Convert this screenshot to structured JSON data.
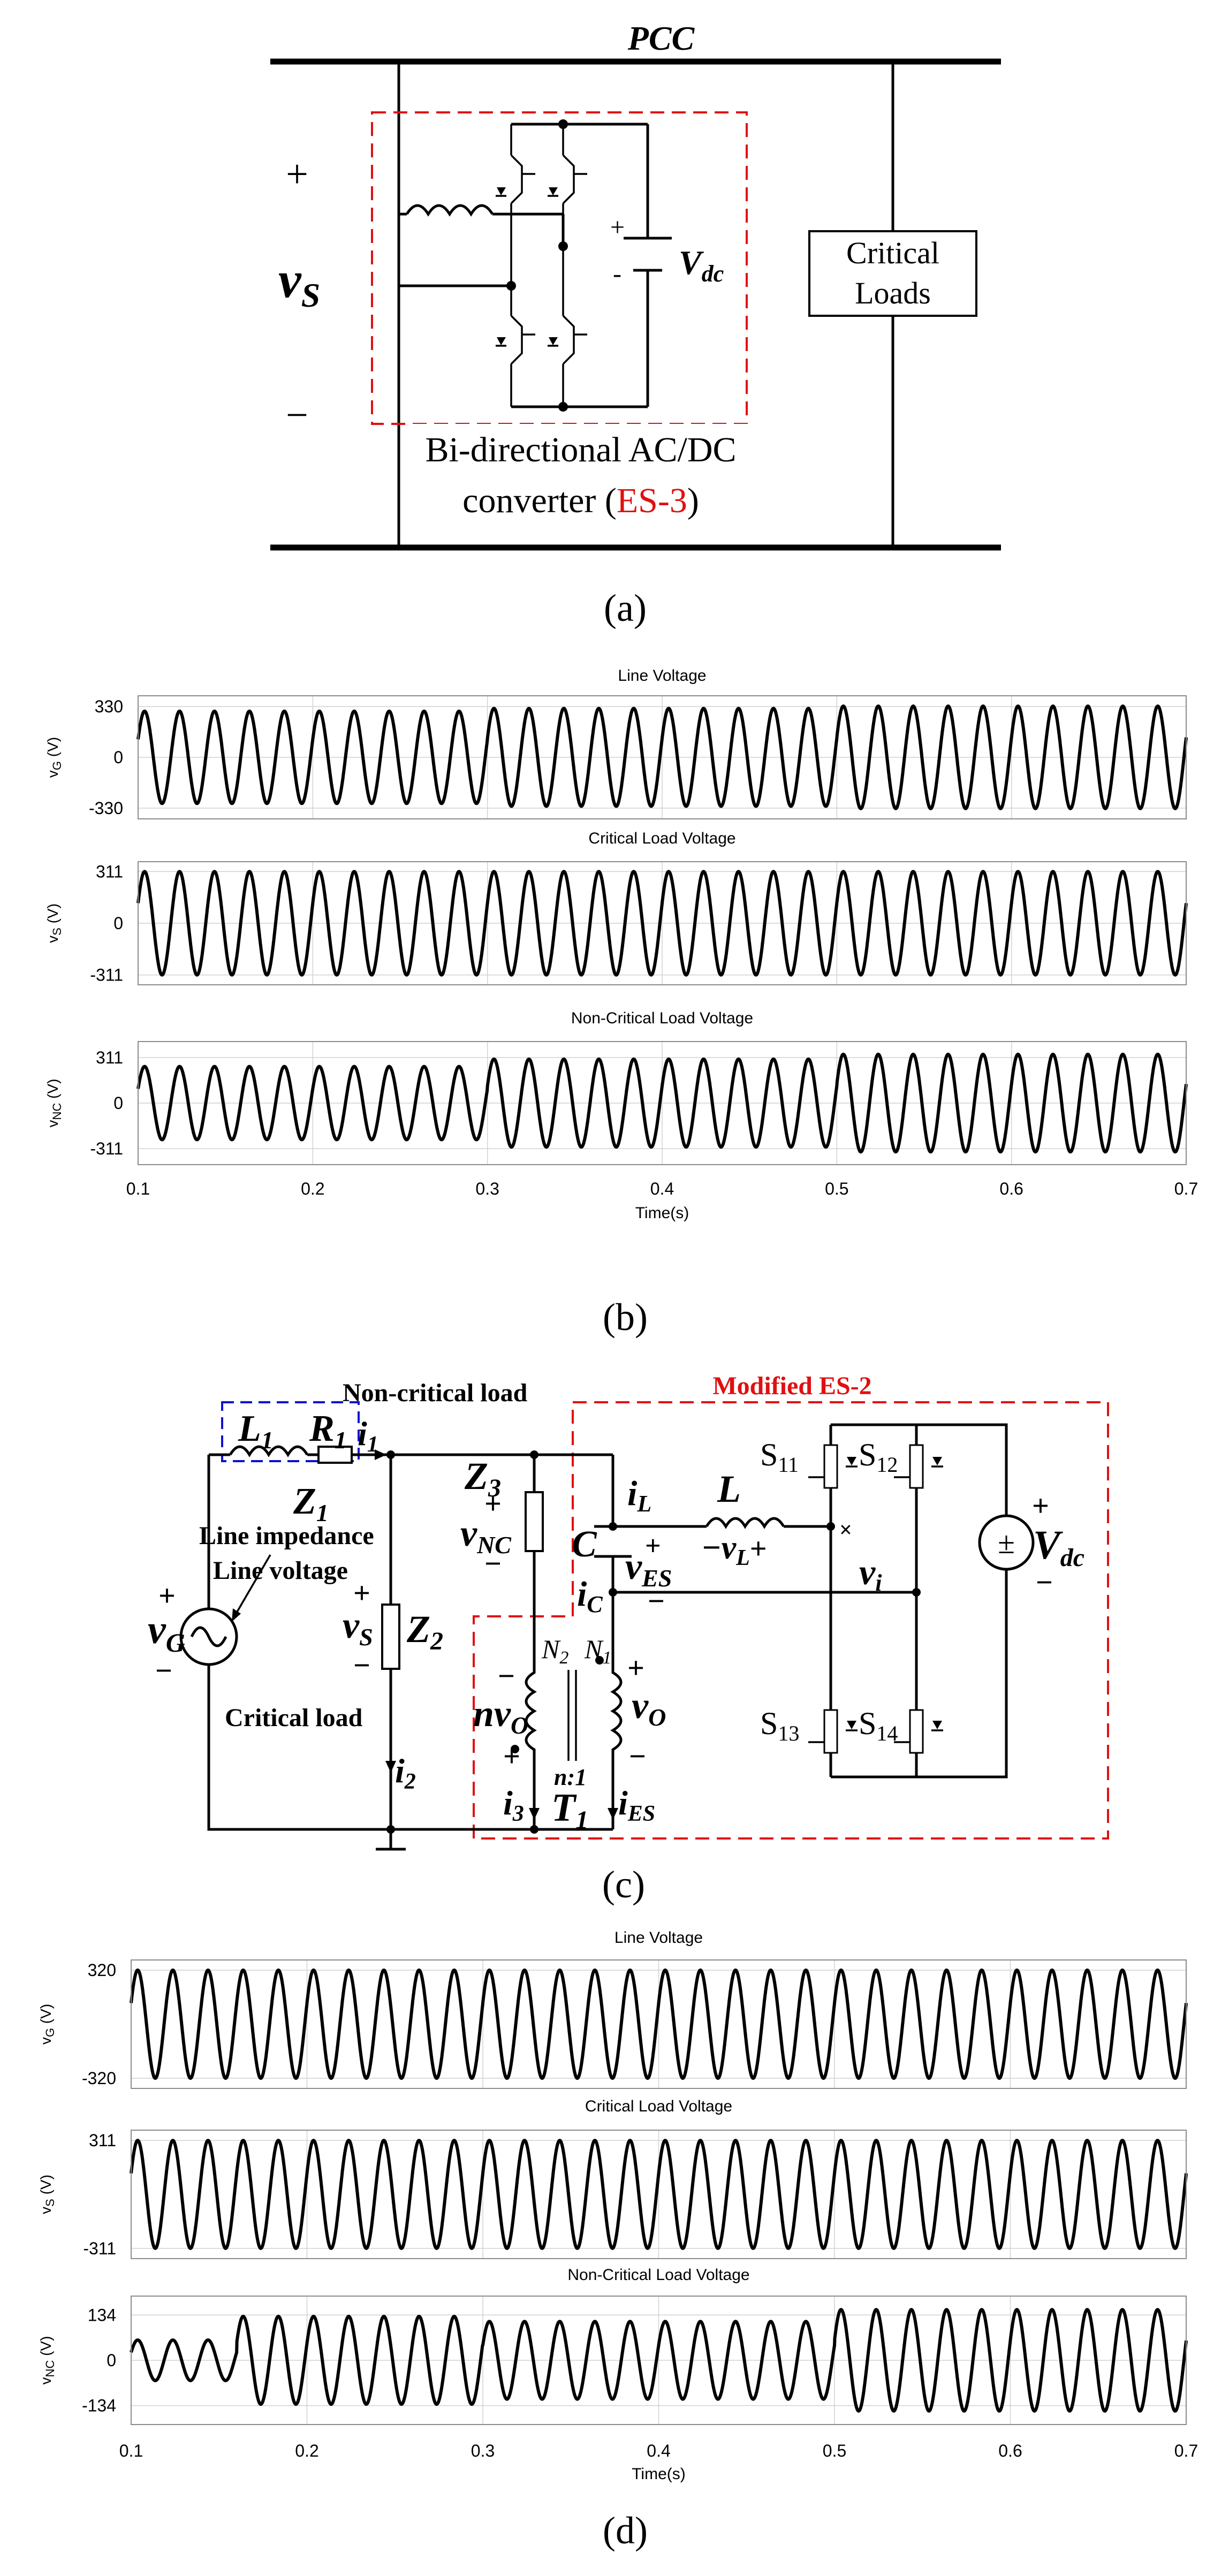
{
  "panel_a": {
    "pcc_label": "PCC",
    "plus_sign": "+",
    "minus_sign": "−",
    "vs_main": "v",
    "vs_sub": "S",
    "vdc_main": "V",
    "vdc_sub": "dc",
    "cap_plus": "+",
    "cap_minus": "-",
    "critical_loads_line1": "Critical",
    "critical_loads_line2": "Loads",
    "converter_line1": "Bi-directional AC/DC",
    "converter_line2_prefix": "converter (",
    "converter_line2_highlight": "ES-3",
    "converter_line2_suffix": ")",
    "caption": "(a)"
  },
  "panel_c": {
    "non_critical_load": "Non-critical load",
    "modified_es2": "Modified ES-2",
    "line_impedance": "Line impedance",
    "line_voltage": "Line voltage",
    "critical_load": "Critical load",
    "L1": "L",
    "L1_sub": "1",
    "R1": "R",
    "R1_sub": "1",
    "i1": "i",
    "i1_sub": "1",
    "Z1": "Z",
    "Z1_sub": "1",
    "Z2": "Z",
    "Z2_sub": "2",
    "Z3": "Z",
    "Z3_sub": "3",
    "vG": "v",
    "vG_sub": "G",
    "vS": "v",
    "vS_sub": "S",
    "vNC": "v",
    "vNC_sub": "NC",
    "iL": "i",
    "iL_sub": "L",
    "L": "L",
    "vL": "−v",
    "vL_sub": "L",
    "vL_plus": "+",
    "C": "C",
    "vES": "v",
    "vES_sub": "ES",
    "iC": "i",
    "iC_sub": "C",
    "N2": "N",
    "N2_sub": "2",
    "N1": "N",
    "N1_sub": "1",
    "nvO": "nv",
    "nvO_sub": "O",
    "vO": "v",
    "vO_sub": "O",
    "ratio": "n:1",
    "i3": "i",
    "i3_sub": "3",
    "T1": "T",
    "T1_sub": "1",
    "iES": "i",
    "iES_sub": "ES",
    "i2": "i",
    "i2_sub": "2",
    "S11": "S",
    "S11_sub": "11",
    "S12": "S",
    "S12_sub": "12",
    "S13": "S",
    "S13_sub": "13",
    "S14": "S",
    "S14_sub": "14",
    "vi": "v",
    "vi_sub": "i",
    "Vdc": "V",
    "Vdc_sub": "dc",
    "pm": "±",
    "plus": "+",
    "minus": "−",
    "cross_mark": "×",
    "caption": "(c)"
  },
  "chart_data": [
    {
      "type": "line",
      "panel": "b",
      "xlabel": "Time(s)",
      "xlim": [
        0.1,
        0.7
      ],
      "xticks": [
        0.1,
        0.2,
        0.3,
        0.4,
        0.5,
        0.6,
        0.7
      ],
      "subplots": [
        {
          "title": "Line Voltage",
          "ylabel_main": "v",
          "ylabel_sub": "G",
          "ylabel_unit": "(V)",
          "yticks": [
            -330,
            0,
            330
          ],
          "ylim": [
            -400,
            400
          ],
          "frequency_hz": 50,
          "amplitude_segments": [
            {
              "t": [
                0.1,
                0.3
              ],
              "amp": 300
            },
            {
              "t": [
                0.3,
                0.5
              ],
              "amp": 318
            },
            {
              "t": [
                0.5,
                0.7
              ],
              "amp": 333
            }
          ]
        },
        {
          "title": "Critical Load Voltage",
          "ylabel_main": "v",
          "ylabel_sub": "S",
          "ylabel_unit": "(V)",
          "yticks": [
            -311,
            0,
            311
          ],
          "ylim": [
            -370,
            370
          ],
          "frequency_hz": 50,
          "amplitude_segments": [
            {
              "t": [
                0.1,
                0.7
              ],
              "amp": 311
            }
          ]
        },
        {
          "title": "Non-Critical Load Voltage",
          "ylabel_main": "v",
          "ylabel_sub": "NC",
          "ylabel_unit": "(V)",
          "yticks": [
            -311,
            0,
            311
          ],
          "ylim": [
            -420,
            420
          ],
          "frequency_hz": 50,
          "amplitude_segments": [
            {
              "t": [
                0.1,
                0.3
              ],
              "amp": 250
            },
            {
              "t": [
                0.3,
                0.5
              ],
              "amp": 300
            },
            {
              "t": [
                0.5,
                0.7
              ],
              "amp": 333
            }
          ]
        }
      ],
      "caption": "(b)"
    },
    {
      "type": "line",
      "panel": "d",
      "xlabel": "Time(s)",
      "xlim": [
        0.1,
        0.7
      ],
      "xticks": [
        0.1,
        0.2,
        0.3,
        0.4,
        0.5,
        0.6,
        0.7
      ],
      "subplots": [
        {
          "title": "Line Voltage",
          "ylabel_main": "v",
          "ylabel_sub": "G",
          "ylabel_unit": "(V)",
          "yticks": [
            -320,
            320
          ],
          "ylim": [
            -380,
            380
          ],
          "frequency_hz": 50,
          "amplitude_segments": [
            {
              "t": [
                0.1,
                0.7
              ],
              "amp": 320
            }
          ]
        },
        {
          "title": "Critical Load Voltage",
          "ylabel_main": "v",
          "ylabel_sub": "S",
          "ylabel_unit": "(V)",
          "yticks": [
            -311,
            311
          ],
          "ylim": [
            -370,
            370
          ],
          "frequency_hz": 50,
          "amplitude_segments": [
            {
              "t": [
                0.1,
                0.7
              ],
              "amp": 311
            }
          ]
        },
        {
          "title": "Non-Critical Load Voltage",
          "ylabel_main": "v",
          "ylabel_sub": "NC",
          "ylabel_unit": "(V)",
          "yticks": [
            -134,
            0,
            134
          ],
          "ylim": [
            -190,
            190
          ],
          "frequency_hz": 50,
          "amplitude_segments": [
            {
              "t": [
                0.1,
                0.16
              ],
              "amp": 60
            },
            {
              "t": [
                0.16,
                0.3
              ],
              "amp": 130
            },
            {
              "t": [
                0.3,
                0.5
              ],
              "amp": 115
            },
            {
              "t": [
                0.5,
                0.7
              ],
              "amp": 150
            }
          ]
        }
      ],
      "caption": "(d)"
    }
  ]
}
